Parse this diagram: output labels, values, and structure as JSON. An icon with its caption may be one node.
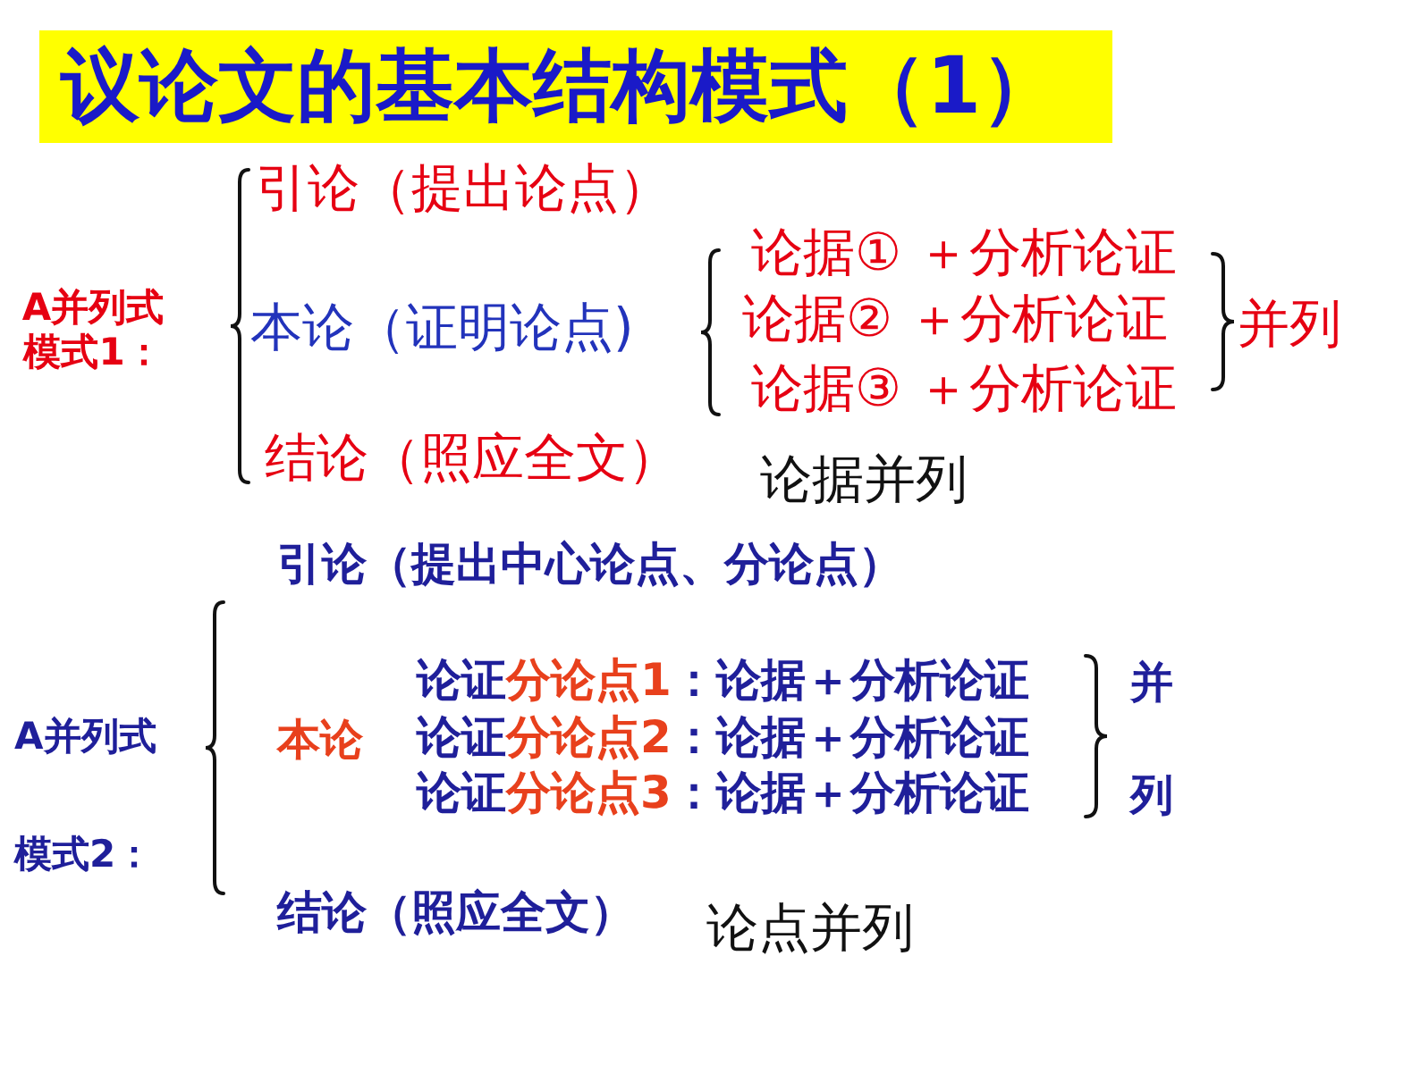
{
  "diagram": {
    "title": "议论文的基本结构模式（1）",
    "labels": [
      "引论（提出论点）",
      "A并列式模式1：",
      "本论（证明论点)",
      "论据① ＋分析论证",
      "论据② ＋分析论证",
      "论据③ ＋分析论证",
      "并列",
      "结论（照应全文）",
      "论据并列",
      "引论（提出中心论点、分论点）",
      "论证**分论点1**：论据＋分析论证",
      "并",
      "A并列式",
      "本论",
      "论证**分论点2**：论据＋分析论证",
      "论证**分论点3**：论据＋分析论证",
      "列",
      "模式2：",
      "结论（照应全文）",
      "论点并列"
    ]
  }
}
